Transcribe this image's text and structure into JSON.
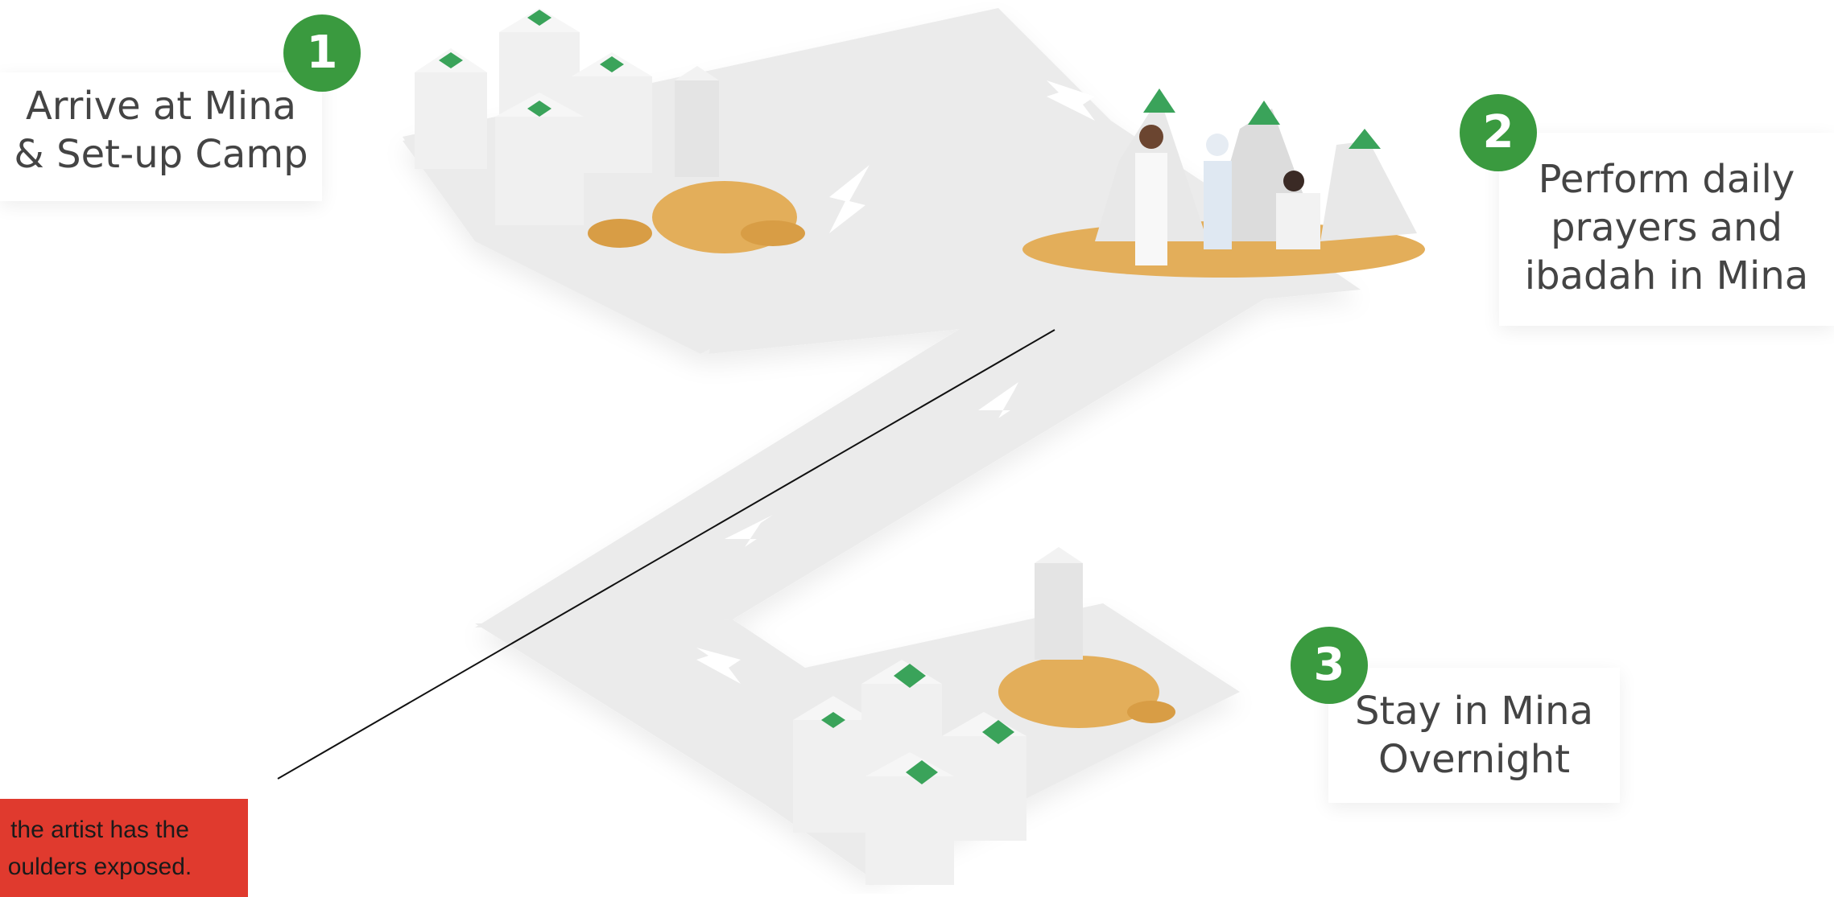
{
  "steps": [
    {
      "number": "1",
      "lines": [
        "Arrive at Mina",
        "& Set-up Camp"
      ]
    },
    {
      "number": "2",
      "lines": [
        "Perform daily",
        "prayers and",
        "ibadah in Mina"
      ]
    },
    {
      "number": "3",
      "lines": [
        "Stay in Mina",
        "Overnight"
      ]
    }
  ],
  "note": {
    "lines": [
      "the artist has the",
      "oulders exposed."
    ]
  },
  "colors": {
    "badge": "#3a9a3f",
    "road": "#ebebeb",
    "tent": "#f0f0f0",
    "tent_roof": "#3aa35a",
    "sand": "#e3ae5a",
    "note": "#e03a2e"
  }
}
